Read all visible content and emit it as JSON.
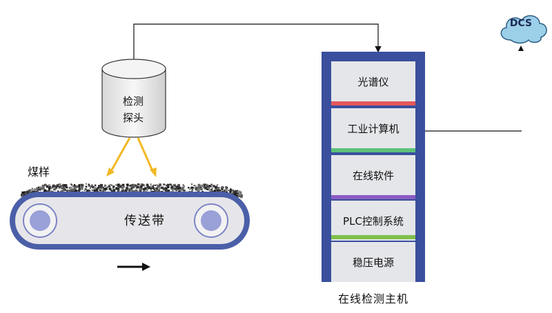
{
  "probe": {
    "label": "检测\n探头"
  },
  "coal": {
    "label": "煤样"
  },
  "belt": {
    "label": "传送带"
  },
  "dcs": {
    "label": "DCS"
  },
  "host": {
    "caption": "在线检测主机",
    "modules": [
      "光谱仪",
      "工业计算机",
      "在线软件",
      "PLC控制系统",
      "稳压电源"
    ],
    "separator_colors": [
      "#e6585b",
      "#5cc17a",
      "#8a5cc2",
      "#7fbf4d"
    ]
  },
  "colors": {
    "cabinet": "#3a4f9e",
    "belt_border": "#4b5fa8",
    "beam": "#f2b824",
    "dcs_cloud": "#9ccfe8"
  }
}
